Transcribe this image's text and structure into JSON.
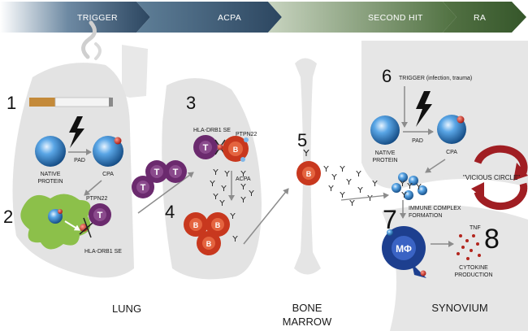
{
  "phases": [
    "TRIGGER",
    "ACPA",
    "SECOND HIT",
    "RA"
  ],
  "steps": [
    "1",
    "2",
    "3",
    "4",
    "5",
    "6",
    "7",
    "8"
  ],
  "regions": {
    "lung": "LUNG",
    "bone_line1": "BONE",
    "bone_line2": "MARROW",
    "synovium": "SYNOVIUM"
  },
  "labels": {
    "native_line1": "NATIVE",
    "native_line2": "PROTEIN",
    "pad": "PAD",
    "cpa": "CPA",
    "ptpn22_a": "PTPN22",
    "hla_a": "HLA-DRB1 SE",
    "hla_b": "HLA-DRB1 SE",
    "ptpn22_b": "PTPN22",
    "acpa": "ACPA",
    "trigger_infection": "TRIGGER (infection, trauma)",
    "native2_line1": "NATIVE",
    "native2_line2": "PROTEIN",
    "pad2": "PAD",
    "cpa2": "CPA",
    "vicious_circle": "\"VICIOUS CIRCLE\"",
    "immune_line1": "IMMUNE COMPLEX",
    "immune_line2": "FORMATION",
    "tnf": "TNF",
    "cytokine_line1": "CYTOKINE",
    "cytokine_line2": "PRODUCTION"
  },
  "cells": {
    "t": "T",
    "b": "B",
    "macrophage": "MΦ"
  },
  "colors": {
    "phase_trigger": "#2f4a63",
    "phase_acpa": "#3a5870",
    "phase_second_hit": "#5b7a4c",
    "phase_ra": "#3d5c2f",
    "tcell": "#6b2a6e",
    "bcell": "#c8381e",
    "lung_fill": "#e3e3e3",
    "protein_blue": "#2a78c2",
    "apc_green": "#8cc04a",
    "macrophage": "#1d3f8f",
    "cycle_red": "#a01e23"
  }
}
